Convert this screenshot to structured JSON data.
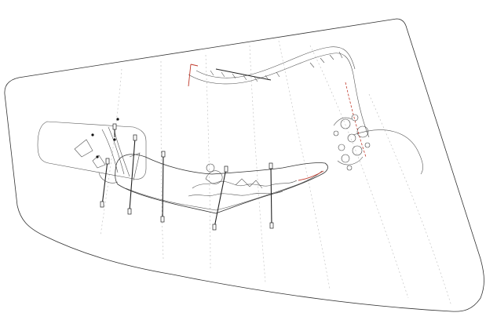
{
  "drawing": {
    "kind": "site-plan-line-drawing",
    "colors": {
      "background": "#ffffff",
      "linework": "#333333",
      "guides": "#bbbbbb",
      "accent": "#c0392b"
    },
    "icons": [
      "site-boundary",
      "walkway-path",
      "lamp-post",
      "planting-cluster",
      "red-railing"
    ]
  }
}
